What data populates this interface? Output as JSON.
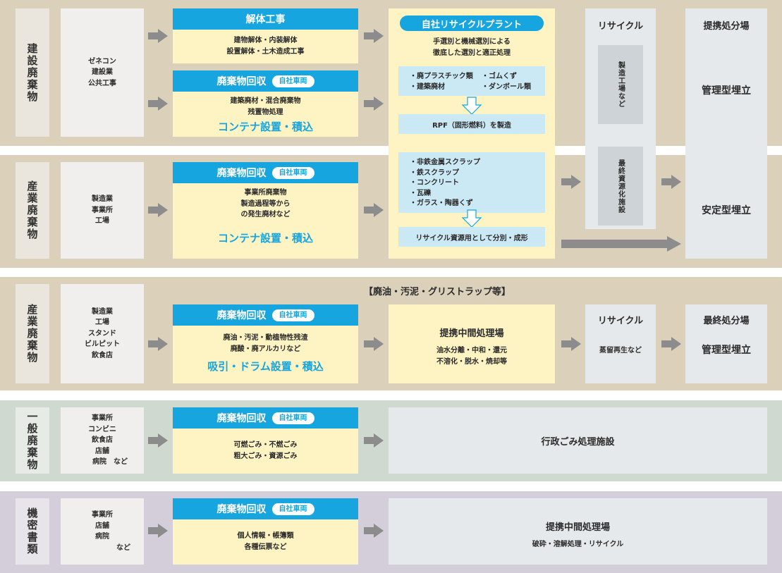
{
  "rows": {
    "construction": {
      "category": "建設廃棄物",
      "sources": [
        "ゼネコン",
        "建設業",
        "公共工事"
      ],
      "demolition": {
        "title": "解体工事",
        "lines": [
          "建物解体・内装解体",
          "設置解体・土木造成工事"
        ]
      },
      "collection": {
        "title": "廃棄物回収",
        "badge": "自社車両",
        "lines": [
          "建築廃材・混合廃棄物",
          "残置物処理"
        ],
        "big": "コンテナ設置・積込"
      }
    },
    "industrial1": {
      "category": "産業廃棄物",
      "sources": [
        "製造業",
        "事業所",
        "工場"
      ],
      "collection": {
        "title": "廃棄物回収",
        "badge": "自社車両",
        "lines": [
          "事業所廃棄物",
          "製造過程等から",
          "の発生廃材など"
        ],
        "big": "コンテナ設置・積込"
      }
    },
    "industrial2": {
      "category": "産業廃棄物",
      "heading": "【廃油・汚泥・グリストラップ等】",
      "sources": [
        "製造業",
        "工場",
        "スタンド",
        "ビルピット",
        "飲食店"
      ],
      "collection": {
        "title": "廃棄物回収",
        "badge": "自社車両",
        "lines": [
          "廃油・汚泥・動植物性残渣",
          "廃酸・廃アルカリなど"
        ],
        "big": "吸引・ドラム設置・積込"
      },
      "processor": {
        "title": "提携中間処理場",
        "lines": [
          "油水分離・中和・還元",
          "不溶化・脱水・焼却等"
        ]
      },
      "recycle": {
        "title": "リサイクル",
        "note": "蒸留再生など"
      },
      "final": {
        "title": "最終処分場",
        "sub": "管理型埋立"
      }
    },
    "general": {
      "category": "一般廃棄物",
      "sources": [
        "事業所",
        "コンビニ",
        "飲食店",
        "店舗",
        "病院　など"
      ],
      "collection": {
        "title": "廃棄物回収",
        "badge": "自社車両",
        "lines": [
          "可燃ごみ・不燃ごみ",
          "粗大ごみ・資源ごみ"
        ]
      },
      "facility": "行政ごみ処理施設"
    },
    "confidential": {
      "category": "機密書類",
      "sources": [
        "事業所",
        "店舗",
        "病院"
      ],
      "sources_tail": "など",
      "collection": {
        "title": "廃棄物回収",
        "badge": "自社車両",
        "lines": [
          "個人情報・帳簿類",
          "各種伝票など"
        ]
      },
      "processor": {
        "title": "提携中間処理場",
        "sub": "破砕・溶解処理・リサイクル"
      }
    }
  },
  "plant": {
    "title": "自社リサイクルプラント",
    "intro": [
      "手選別と機械選別による",
      "徹底した選別と適正処理"
    ],
    "group1": [
      "・廃プラスチック類",
      "・ゴムくず",
      "・建築廃材",
      "・ダンボール類"
    ],
    "result1": "RPF（固形燃料）を製造",
    "group2": [
      "・非鉄金属スクラップ",
      "・鉄スクラップ",
      "・コンクリート",
      "・瓦礫",
      "・ガラス・陶器くず"
    ],
    "result2": "リサイクル資源用として分別・成形"
  },
  "recycle_top": {
    "title": "リサイクル",
    "box1": "製造工場など",
    "box2": "最終資源化施設"
  },
  "disposal_top": {
    "title": "提携処分場",
    "managed": "管理型埋立",
    "stable": "安定型埋立"
  },
  "colors": {
    "tan": "#dbd0ba",
    "green": "#d0d9cf",
    "lavender": "#d3ced9",
    "blue": "#16a5df",
    "cream": "#fdf3c3",
    "lightblue": "#cbe8f5",
    "arrow": "#8c8c8c"
  }
}
